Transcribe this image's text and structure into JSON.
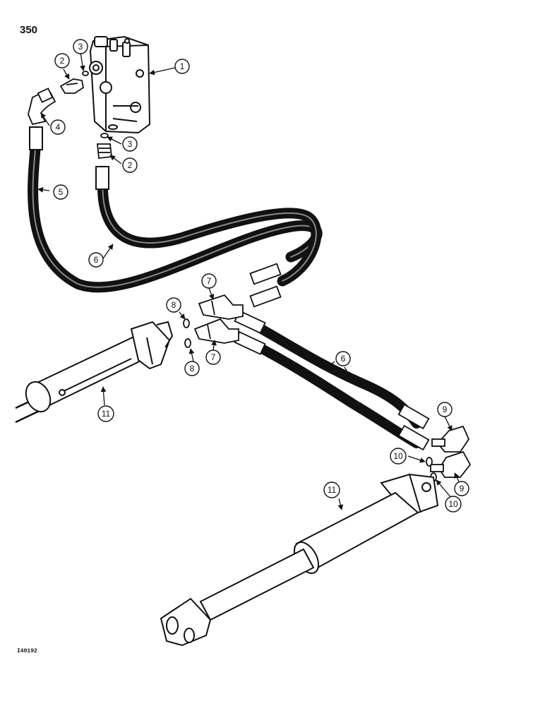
{
  "page_number": "350",
  "figure_code": "I40192",
  "colors": {
    "ink": "#111111",
    "paper": "#ffffff"
  },
  "callouts": [
    {
      "id": "c1",
      "label": "1"
    },
    {
      "id": "c2a",
      "label": "2"
    },
    {
      "id": "c3a",
      "label": "3"
    },
    {
      "id": "c4",
      "label": "4"
    },
    {
      "id": "c3b",
      "label": "3"
    },
    {
      "id": "c2b",
      "label": "2"
    },
    {
      "id": "c5",
      "label": "5"
    },
    {
      "id": "c6a",
      "label": "6"
    },
    {
      "id": "c7a",
      "label": "7"
    },
    {
      "id": "c8a",
      "label": "8"
    },
    {
      "id": "c7b",
      "label": "7"
    },
    {
      "id": "c8b",
      "label": "8"
    },
    {
      "id": "c11a",
      "label": "11"
    },
    {
      "id": "c6b",
      "label": "6"
    },
    {
      "id": "c9a",
      "label": "9"
    },
    {
      "id": "c10a",
      "label": "10"
    },
    {
      "id": "c9b",
      "label": "9"
    },
    {
      "id": "c10b",
      "label": "10"
    },
    {
      "id": "c11b",
      "label": "11"
    }
  ]
}
